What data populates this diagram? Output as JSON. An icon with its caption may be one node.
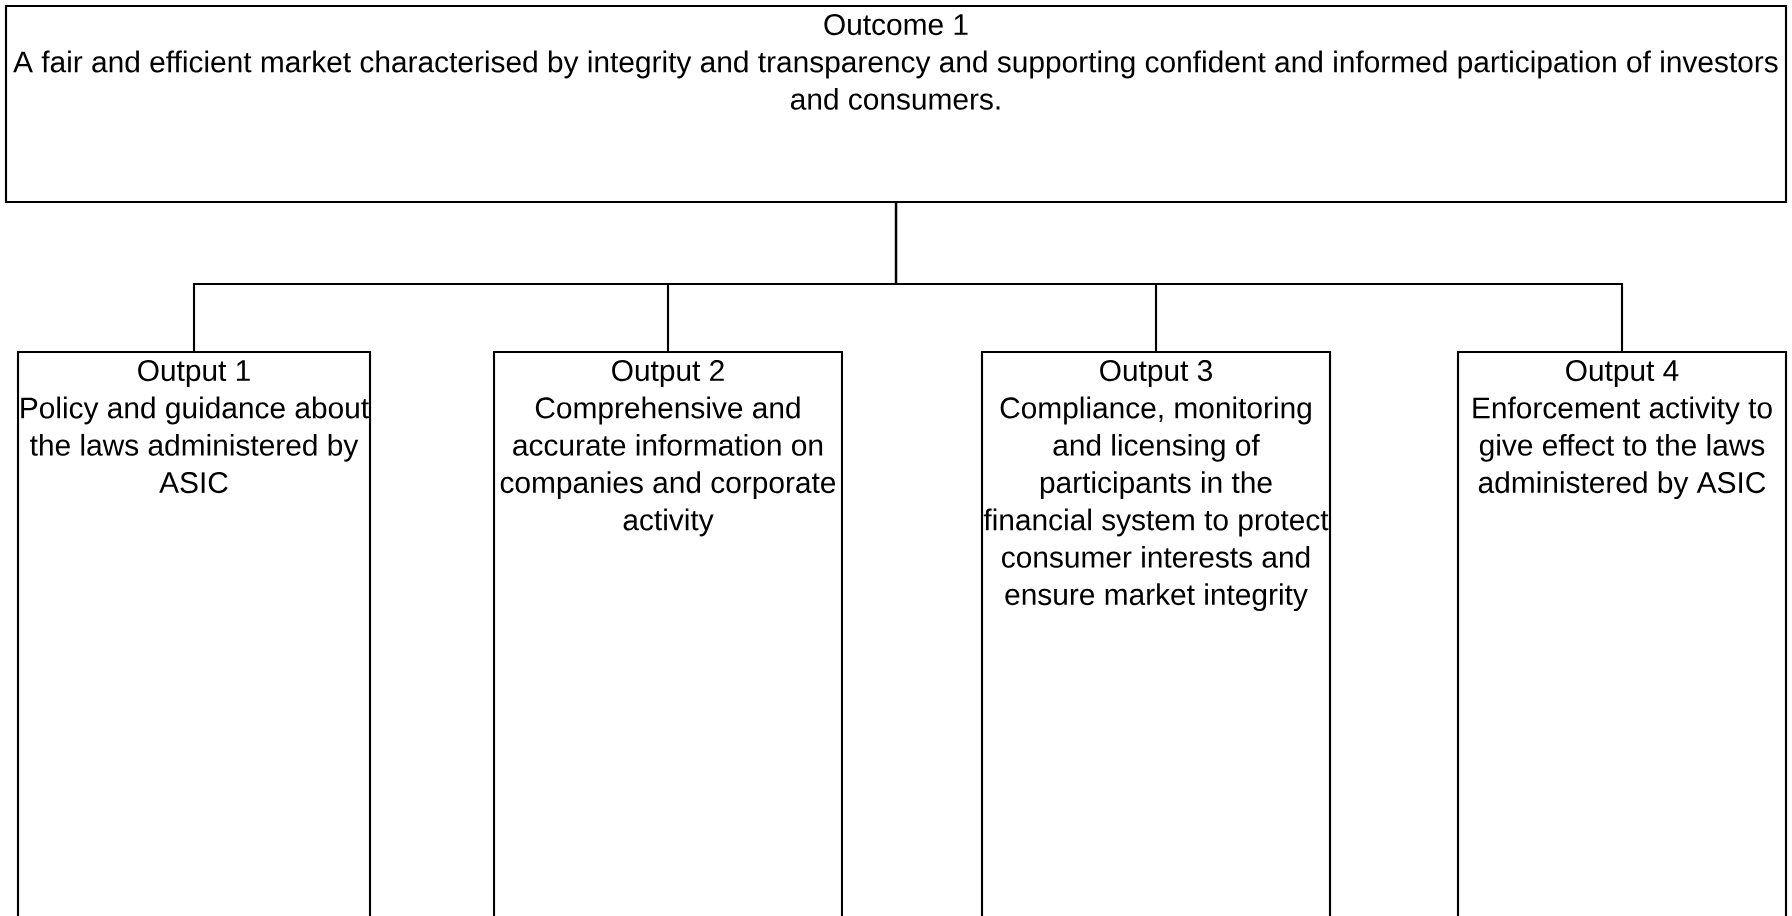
{
  "diagram": {
    "nodes": [
      {
        "text": [
          "Outcome 1",
          "A fair and efficient market characterised by integrity and transparency and supporting confident and informed participation of investors and consumers."
        ]
      },
      {
        "text": [
          "Output 1",
          "Policy and guidance about the laws administered by ASIC"
        ]
      },
      {
        "text": [
          "Output 2",
          "Comprehensive and accurate information on companies and corporate activity"
        ]
      },
      {
        "text": [
          "Output 3",
          "Compliance, monitoring and licensing of participants in the financial system to protect consumer interests and ensure market integrity"
        ]
      },
      {
        "text": [
          "Output 4",
          "Enforcement activity to give effect to the laws administered by ASIC"
        ]
      }
    ],
    "edges": [
      {
        "from": 0,
        "to": 1,
        "arrow": "none"
      },
      {
        "from": 0,
        "to": 2,
        "arrow": "none"
      },
      {
        "from": 0,
        "to": 3,
        "arrow": "none"
      },
      {
        "from": 0,
        "to": 4,
        "arrow": "none"
      }
    ]
  }
}
